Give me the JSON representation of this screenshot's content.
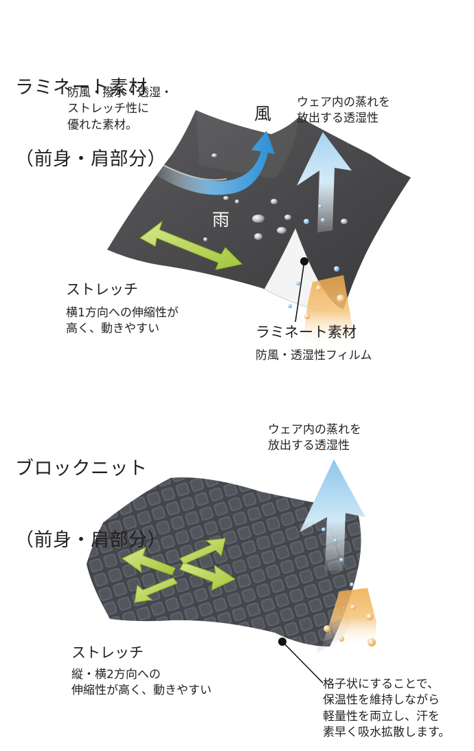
{
  "laminate": {
    "title_line1": "ラミネート素材",
    "title_line2": "（前身・肩部分）",
    "feature": "防風・撥水・透湿・\nストレッチ性に\n優れた素材。",
    "wind": "風",
    "rain": "雨",
    "vapor": "ウェア内の蒸れを\n放出する透湿性",
    "stretch_title": "ストレッチ",
    "stretch_desc": "横1方向への伸縮性が\n高く、動きやすい",
    "film_title": "ラミネート素材",
    "film_desc": "防風・透湿性フィルム"
  },
  "block": {
    "title_line1": "ブロックニット",
    "title_line2": "（前身・肩部分）",
    "vapor": "ウェア内の蒸れを\n放出する透湿性",
    "stretch_title": "ストレッチ",
    "stretch_desc": "縦・横2方向への\n伸縮性が高く、動きやすい",
    "grid_desc": "格子状にすることで、\n保温性を維持しながら\n軽量性を両立し、汗を\n素早く吸水拡散します。"
  },
  "colors": {
    "fabric_dark": "#4a4a4c",
    "knit": "#55585e",
    "arrow_green": "#b8d54a",
    "arrow_blue": "#3f9ad8",
    "vapor_blue": "#bfe0f4",
    "sweat_orange": "#f2b45a"
  }
}
